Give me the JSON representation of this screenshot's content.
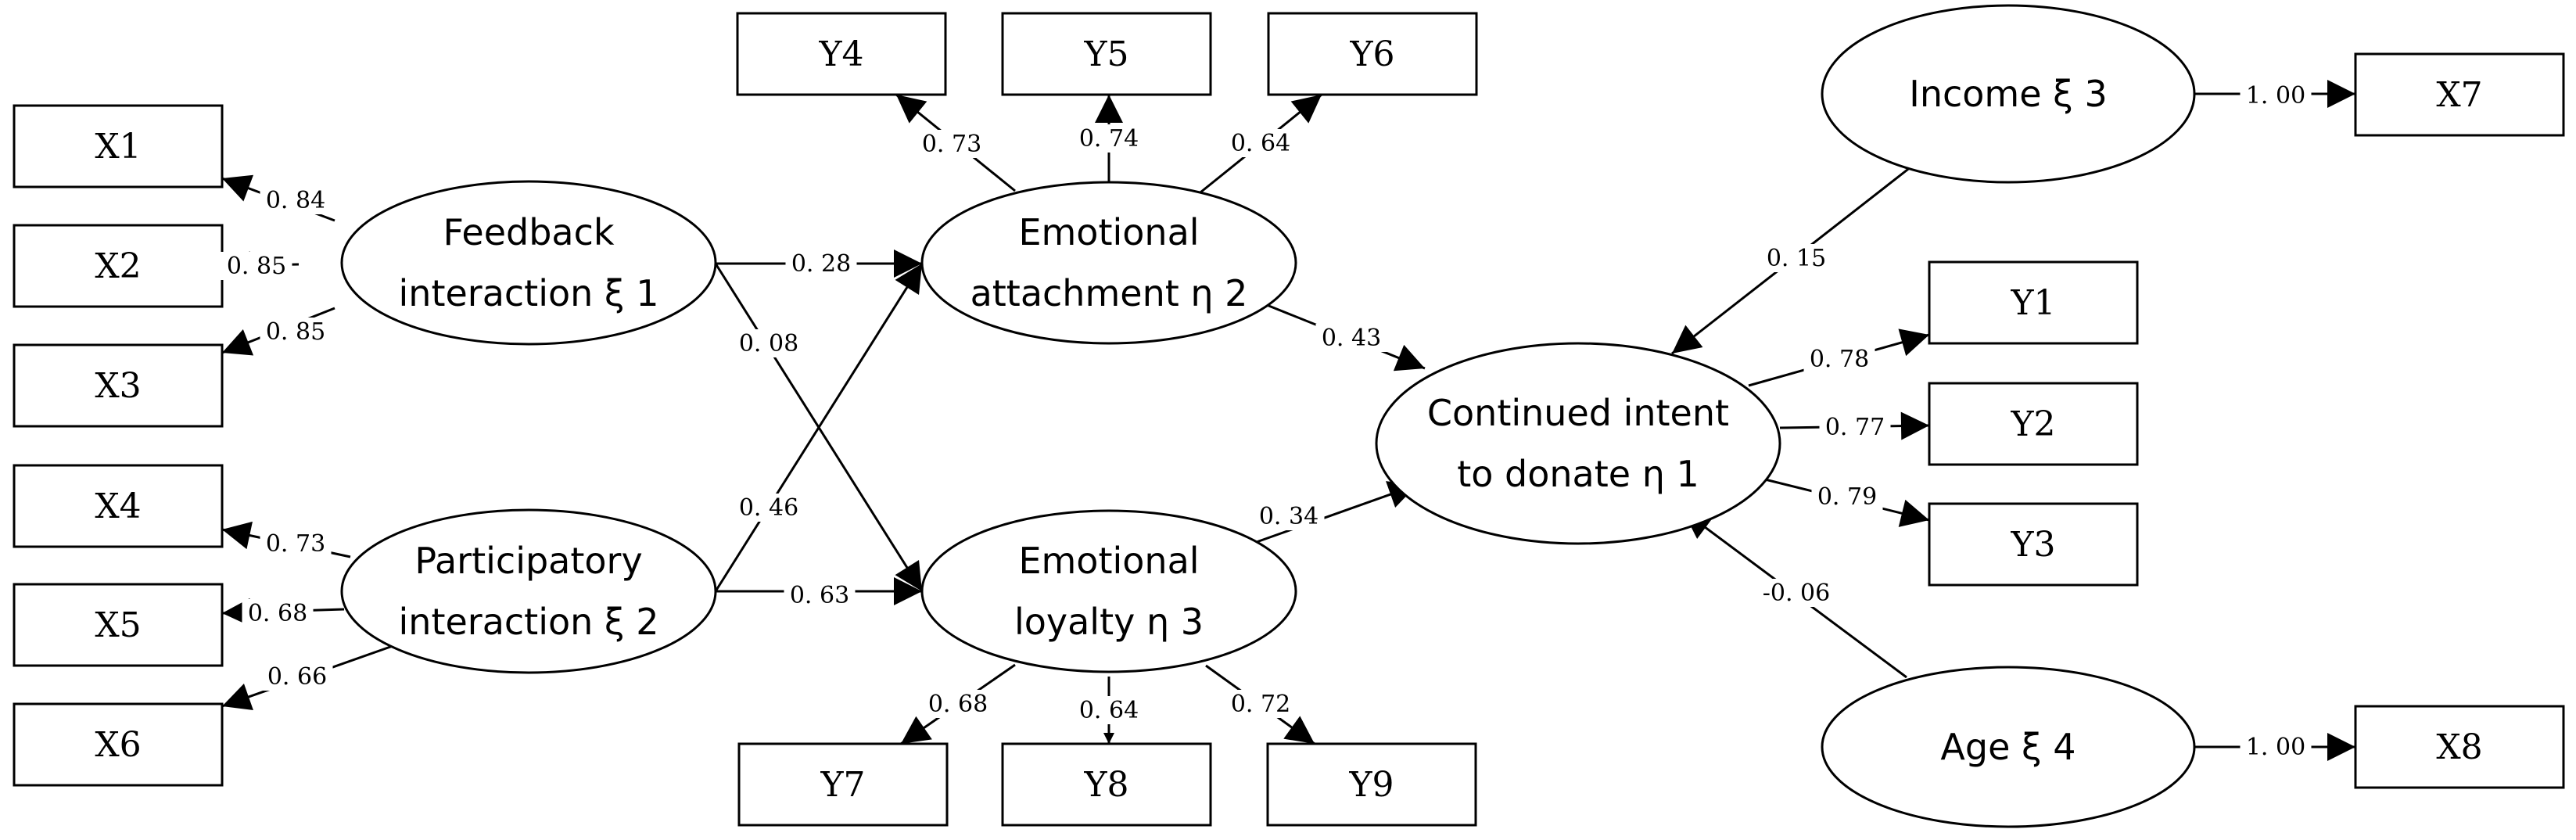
{
  "observed": {
    "X1": "X1",
    "X2": "X2",
    "X3": "X3",
    "X4": "X4",
    "X5": "X5",
    "X6": "X6",
    "X7": "X7",
    "X8": "X8",
    "Y1": "Y1",
    "Y2": "Y2",
    "Y3": "Y3",
    "Y4": "Y4",
    "Y5": "Y5",
    "Y6": "Y6",
    "Y7": "Y7",
    "Y8": "Y8",
    "Y9": "Y9"
  },
  "latent": {
    "xi1": [
      "Feedback",
      "interaction ξ 1"
    ],
    "xi2": [
      "Participatory",
      "interaction ξ 2"
    ],
    "xi3": [
      "Income ξ 3"
    ],
    "xi4": [
      "Age ξ 4"
    ],
    "eta1": [
      "Continued intent",
      "to donate η 1"
    ],
    "eta2": [
      "Emotional",
      "attachment η 2"
    ],
    "eta3": [
      "Emotional",
      "loyalty η 3"
    ]
  },
  "paths": {
    "xi1_X1": "0. 84",
    "xi1_X2": "0. 85",
    "xi1_X3": "0. 85",
    "xi2_X4": "0. 73",
    "xi2_X5": "0. 68",
    "xi2_X6": "0. 66",
    "eta2_Y4": "0. 73",
    "eta2_Y5": "0. 74",
    "eta2_Y6": "0. 64",
    "eta3_Y7": "0. 68",
    "eta3_Y8": "0. 64",
    "eta3_Y9": "0. 72",
    "eta1_Y1": "0. 78",
    "eta1_Y2": "0. 77",
    "eta1_Y3": "0. 79",
    "xi3_X7": "1. 00",
    "xi4_X8": "1. 00",
    "xi1_eta2": "0. 28",
    "xi1_eta3": "0. 08",
    "xi2_eta2": "0. 46",
    "xi2_eta3": "0. 63",
    "eta2_eta1": "0. 43",
    "eta3_eta1": "0. 34",
    "xi3_eta1": "0. 15",
    "xi4_eta1": "-0. 06"
  }
}
